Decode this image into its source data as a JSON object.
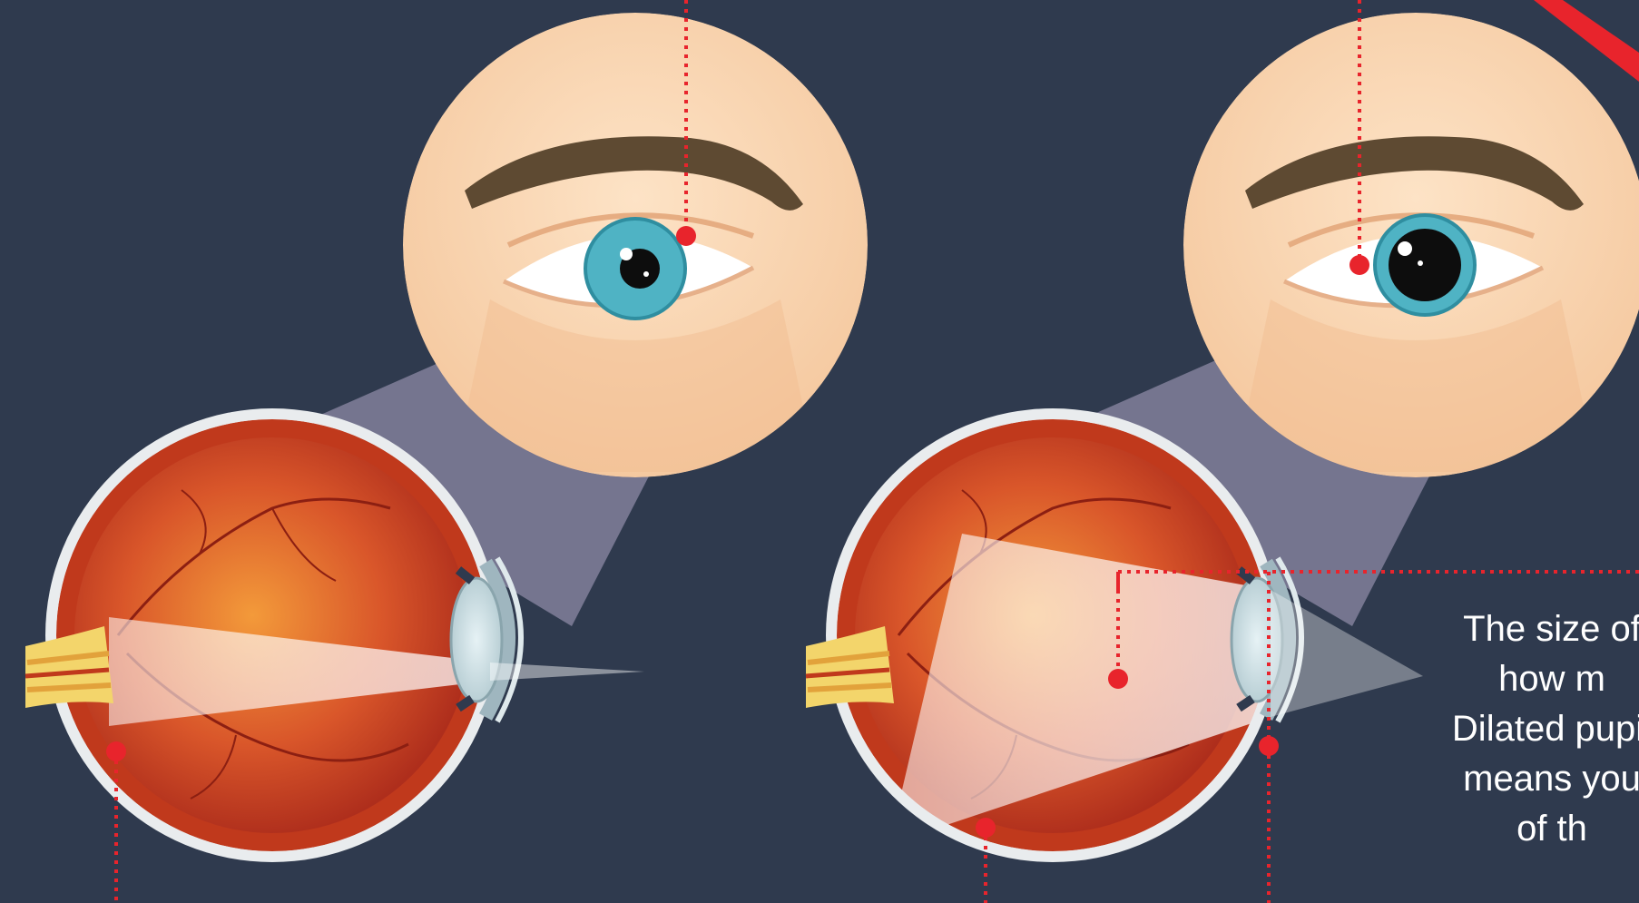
{
  "caption": {
    "lines": [
      "The size of",
      "how m",
      "Dilated pupil",
      "means you",
      "of th"
    ]
  },
  "colors": {
    "background": "#2f3a4e",
    "skin": "#f8d0a8",
    "brow": "#5e4a32",
    "iris": "#4fb3c4",
    "pupil": "#0d0d0d",
    "sclera": "#ffffff",
    "eyeball_outer": "#e9ecee",
    "eyeball_inner": "#c0391c",
    "marker": "#e8242c",
    "light_beam": "#ffffff"
  },
  "panels": [
    {
      "id": "normal-pupil",
      "pupil_size": "small"
    },
    {
      "id": "dilated-pupil",
      "pupil_size": "large"
    }
  ]
}
